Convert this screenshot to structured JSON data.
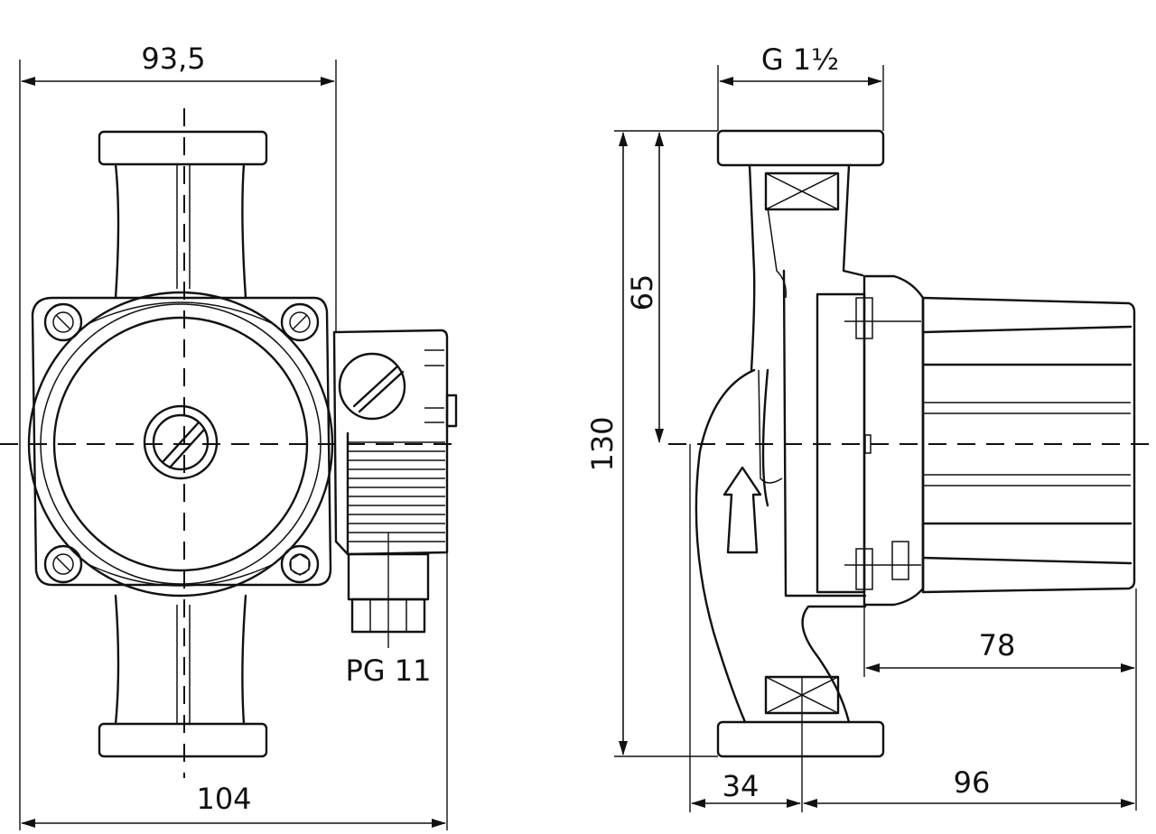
{
  "dimensions": {
    "front_width_top": "93,5",
    "front_width_bottom": "104",
    "cable_gland": "PG 11",
    "thread": "G 1½",
    "height_total": "130",
    "height_half": "65",
    "motor_length": "78",
    "inlet_offset": "34",
    "body_length": "96"
  }
}
